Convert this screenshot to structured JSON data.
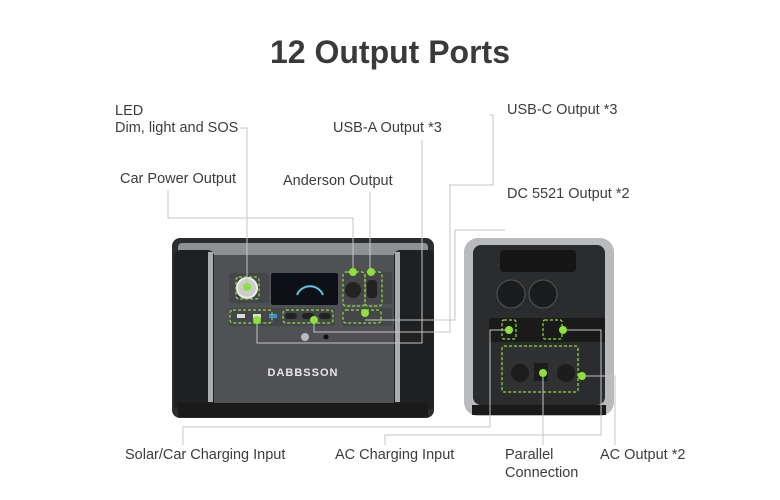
{
  "title": "12 Output Ports",
  "brand": "DABBSSON",
  "labels": {
    "led_line1": "LED",
    "led_line2": "Dim, light and SOS",
    "usb_a": "USB-A Output *3",
    "usb_c": "USB-C Output *3",
    "car_power": "Car Power Output",
    "anderson": "Anderson Output",
    "dc5521": "DC 5521 Output *2",
    "solar_input": "Solar/Car Charging Input",
    "ac_input": "AC Charging Input",
    "parallel_line1": "Parallel",
    "parallel_line2": "Connection",
    "ac_output": "AC Output *2"
  },
  "colors": {
    "accent": "#8ee03a",
    "leader": "#c4c4c4",
    "body": "#4a4b4e",
    "frame": "#2b2c2e"
  }
}
